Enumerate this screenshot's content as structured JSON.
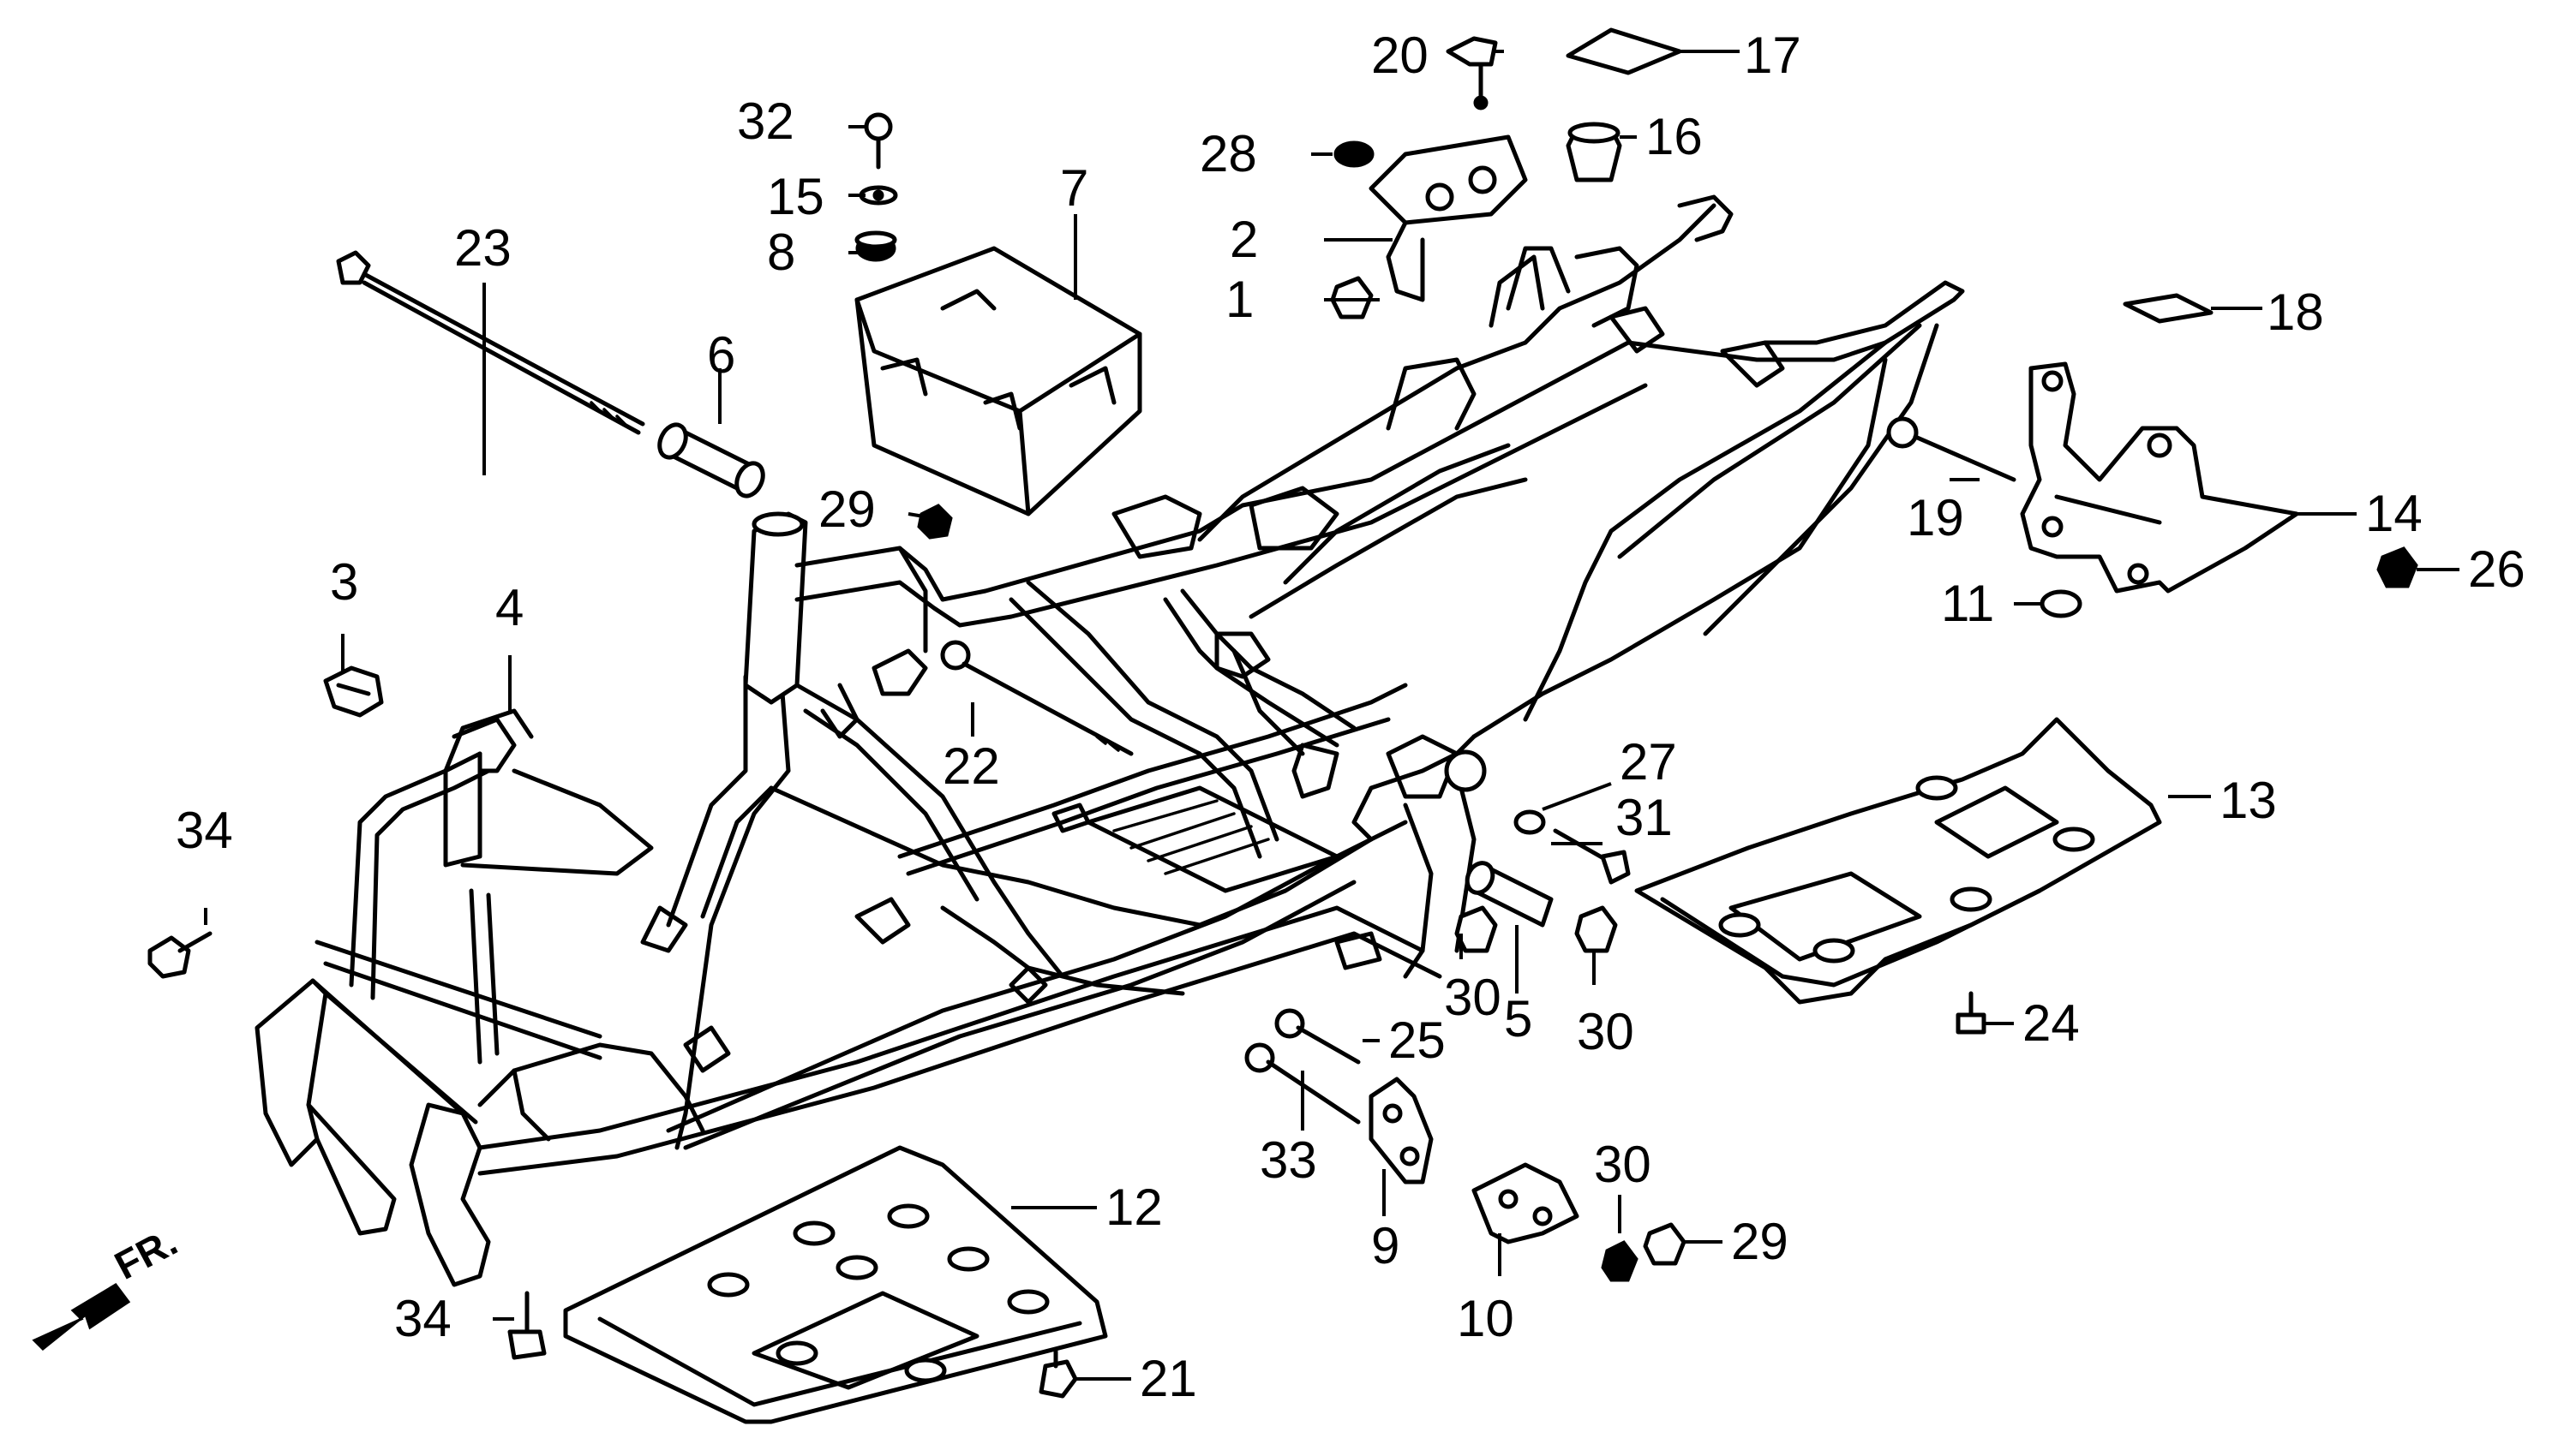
{
  "diagram": {
    "type": "exploded-parts-diagram",
    "direction_label": "FR.",
    "callouts": [
      "1",
      "2",
      "3",
      "4",
      "5",
      "6",
      "7",
      "8",
      "9",
      "10",
      "11",
      "12",
      "13",
      "14",
      "15",
      "16",
      "17",
      "18",
      "19",
      "20",
      "21",
      "22",
      "23",
      "24",
      "25",
      "26",
      "27",
      "28",
      "29",
      "29",
      "30",
      "30",
      "30",
      "31",
      "32",
      "33",
      "34",
      "34"
    ]
  }
}
